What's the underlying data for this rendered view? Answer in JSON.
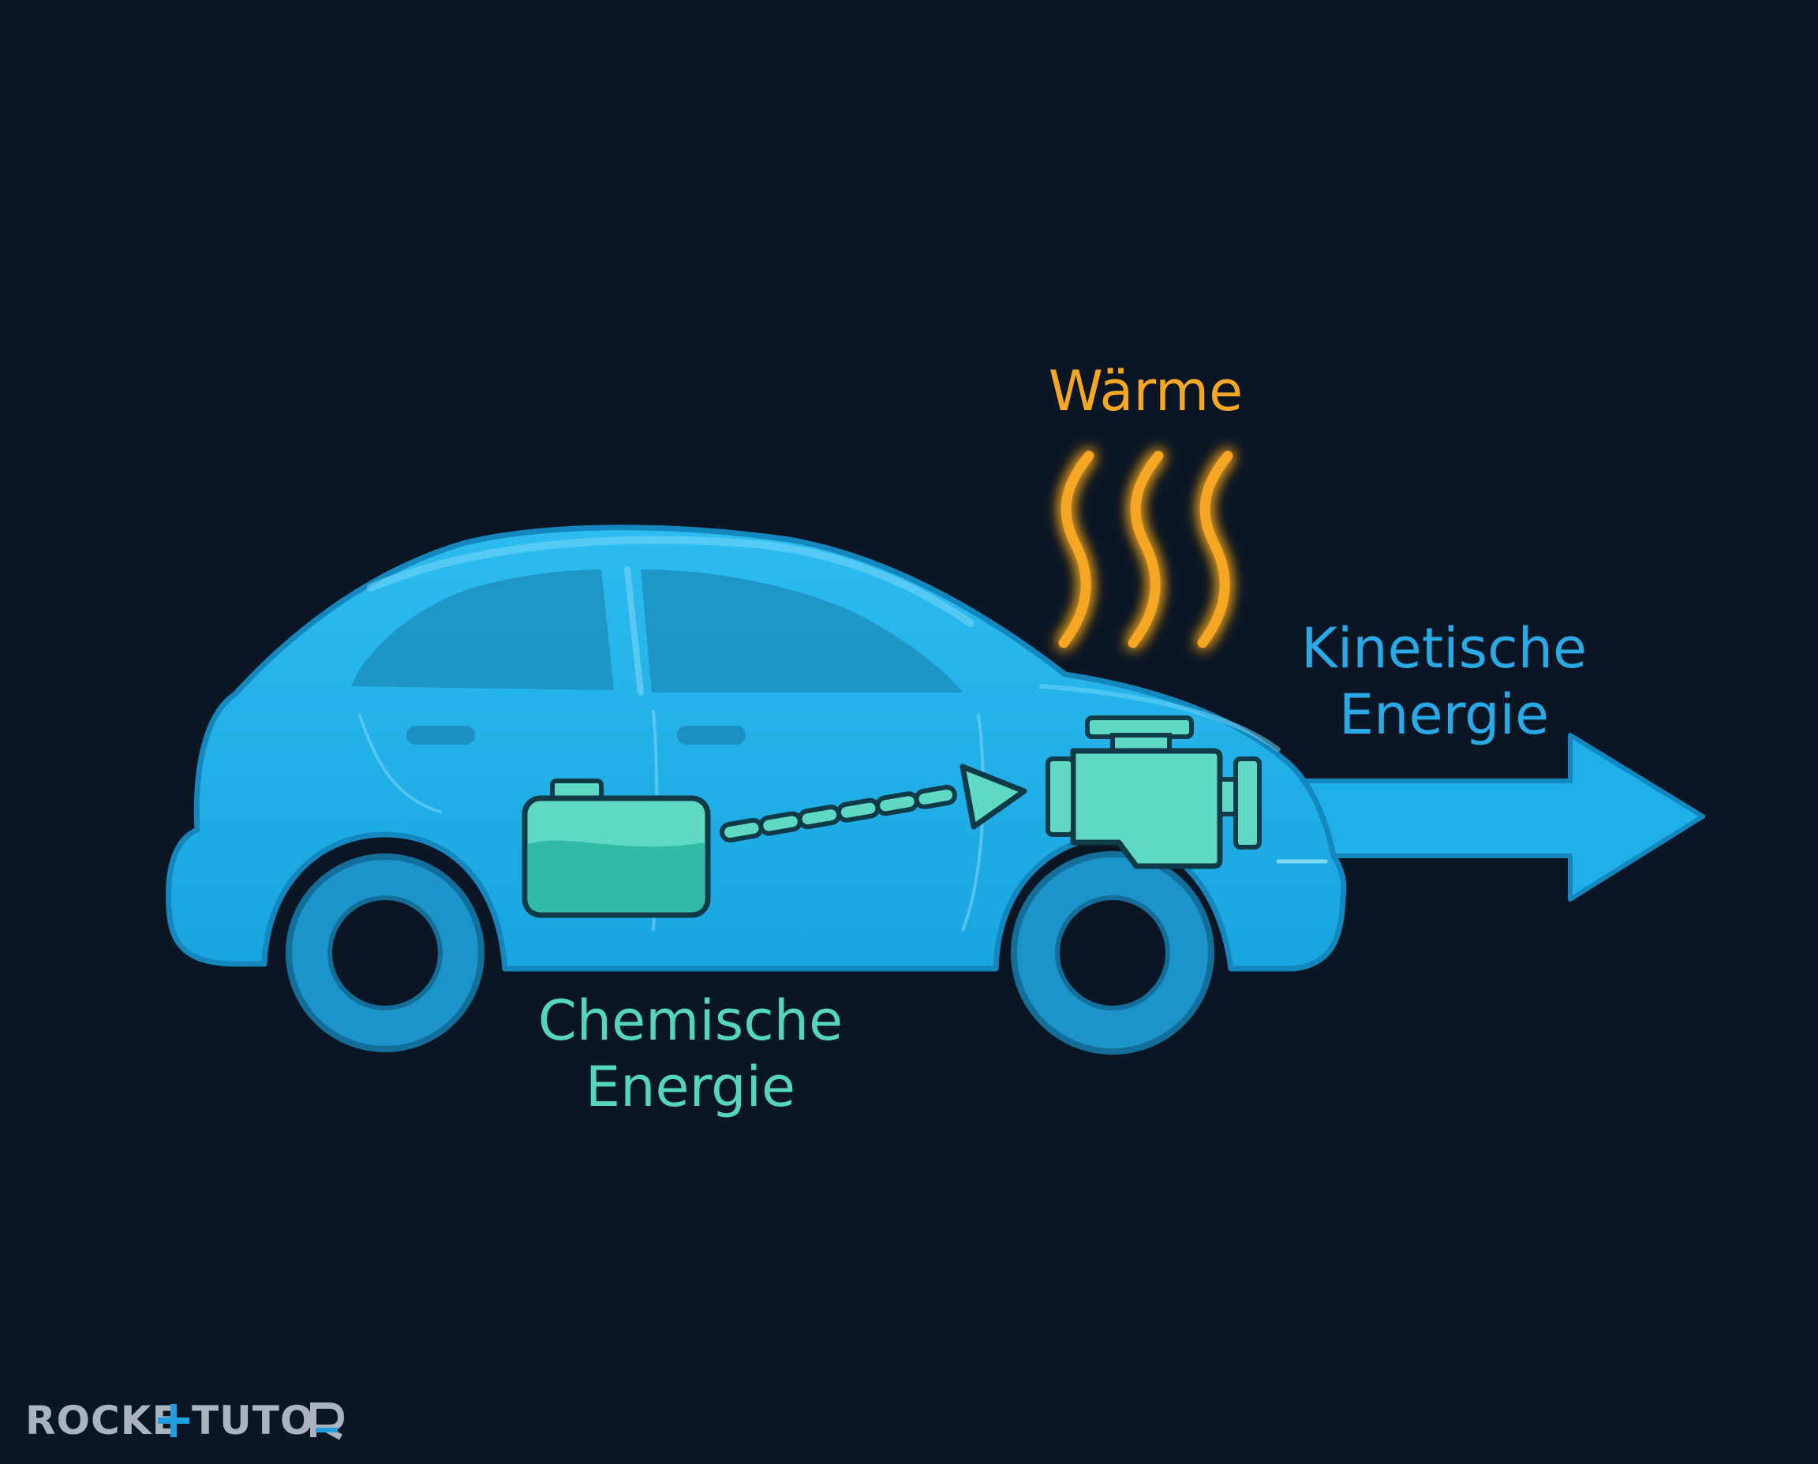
{
  "labels": {
    "heat": "Wärme",
    "kinetic_line1": "Kinetische",
    "kinetic_line2": "Energie",
    "chemical_line1": "Chemische",
    "chemical_line2": "Energie"
  },
  "logo": {
    "text": "ROCKETTUTOR"
  },
  "colors": {
    "background": "#0b1624",
    "car_body": "#1fb0ea",
    "car_outline": "#1488be",
    "heat": "#f5a623",
    "kinetic": "#29a9e6",
    "chemical": "#54d6bd",
    "tank_and_engine": "#5fd9c4",
    "component_outline": "#0f3a47"
  },
  "icons": [
    "fuel-tank-icon",
    "engine-icon",
    "heat-waves-icon",
    "motion-arrow-icon"
  ]
}
